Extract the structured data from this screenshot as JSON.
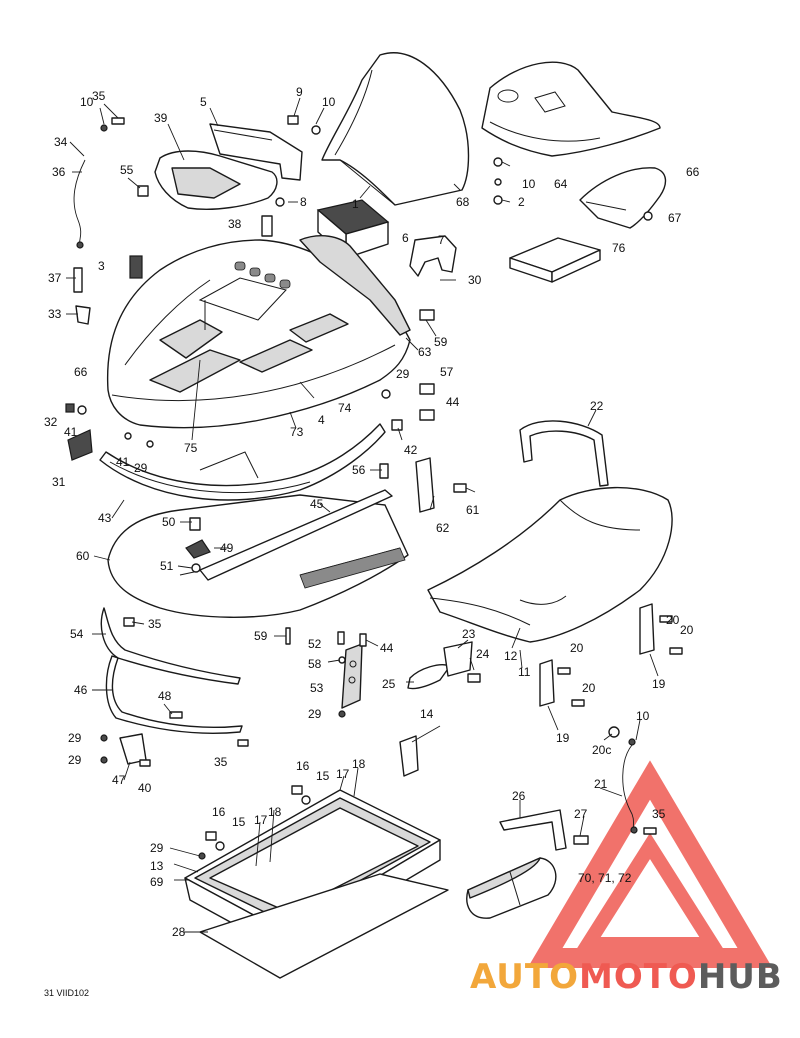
{
  "callouts": [
    "35",
    "10",
    "5",
    "39",
    "9",
    "10",
    "34",
    "36",
    "55",
    "8",
    "38",
    "37",
    "3",
    "33",
    "66",
    "32",
    "41",
    "41",
    "29",
    "31",
    "43",
    "50",
    "49",
    "51",
    "60",
    "54",
    "35",
    "46",
    "48",
    "29",
    "29",
    "47",
    "40",
    "35",
    "59",
    "52",
    "58",
    "44",
    "53",
    "29",
    "25",
    "23",
    "24",
    "14",
    "16",
    "15",
    "17",
    "18",
    "16",
    "15",
    "17",
    "18",
    "29",
    "13",
    "69",
    "28",
    "1",
    "10",
    "2",
    "64",
    "66",
    "67",
    "68",
    "6",
    "7",
    "30",
    "76",
    "59",
    "63",
    "29",
    "57",
    "44",
    "42",
    "74",
    "4",
    "73",
    "75",
    "22",
    "56",
    "61",
    "62",
    "45",
    "12",
    "11",
    "20",
    "20",
    "19",
    "20",
    "20",
    "19",
    "20c",
    "10",
    "26",
    "27",
    "21",
    "35",
    "70, 71, 72"
  ],
  "drawing_code": "31 VIID102",
  "watermark": {
    "text_auto": "AUTO",
    "text_moto": "MOTO",
    "text_hub": "HUB",
    "color_red": "#ef5a52",
    "color_orange": "#f2a73b",
    "color_grey": "#5c5c5c"
  }
}
